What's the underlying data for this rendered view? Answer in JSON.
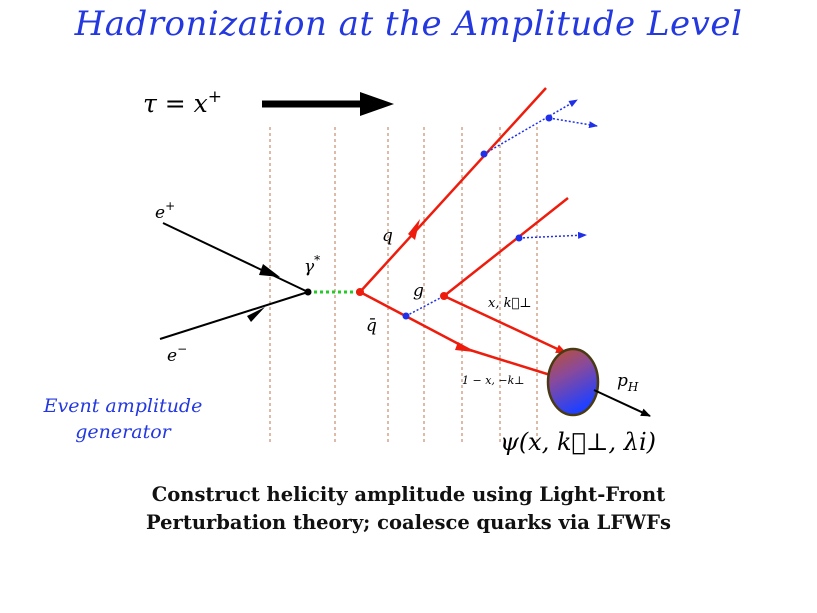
{
  "title": "Hadronization at the Amplitude Level",
  "labels": {
    "tau_lhs": "τ = x",
    "tau_sup": "+",
    "e_plus": "e",
    "e_plus_sup": "+",
    "e_minus": "e",
    "e_minus_sup": "−",
    "gamma": "γ",
    "gamma_sup": "*",
    "q": "q",
    "qbar": "q̄",
    "g": "g",
    "x_kperp": "x, k⃗⊥",
    "one_minus_x": "1 − x, −k⊥",
    "p_H": "pH",
    "psi": "ψ(x, k⃗⊥, λi)"
  },
  "side_label": {
    "line1": "Event amplitude",
    "line2": "generator"
  },
  "caption": {
    "line1": "Construct helicity amplitude using Light-Front",
    "line2": "Perturbation theory;   coalesce quarks via LFWFs"
  },
  "colors": {
    "title": "#2438e0",
    "quark_line": "#ee1c0c",
    "gluon_line": "#2030e8",
    "photon_line": "#22cc22",
    "time_slice": "#b87a50",
    "arrow": "#000000"
  }
}
